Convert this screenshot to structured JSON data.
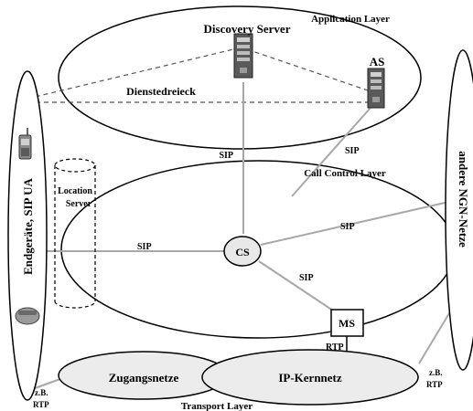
{
  "layers": {
    "application": "Application Layer",
    "call_control": "Call Control Layer",
    "transport": "Transport Layer"
  },
  "nodes": {
    "discovery_server": "Discovery Server",
    "as": "AS",
    "cs": "CS",
    "ms": "MS",
    "location_server_line1": "Location",
    "location_server_line2": "Server",
    "zugangsnetze": "Zugangsnetze",
    "ip_kernnetz": "IP-Kernnetz",
    "endgeraete": "Endgeräte, SIP UA",
    "andere_ngn": "andere NGN-Netze"
  },
  "labels": {
    "dienstedreieck": "Dienstedreieck",
    "sip": "SIP",
    "rtp": "RTP",
    "zb": "z.B."
  },
  "colors": {
    "line": "#000000",
    "gray_link": "#a8a8a8",
    "dashed": "#555555",
    "cs_fill": "#e8e8e8"
  }
}
